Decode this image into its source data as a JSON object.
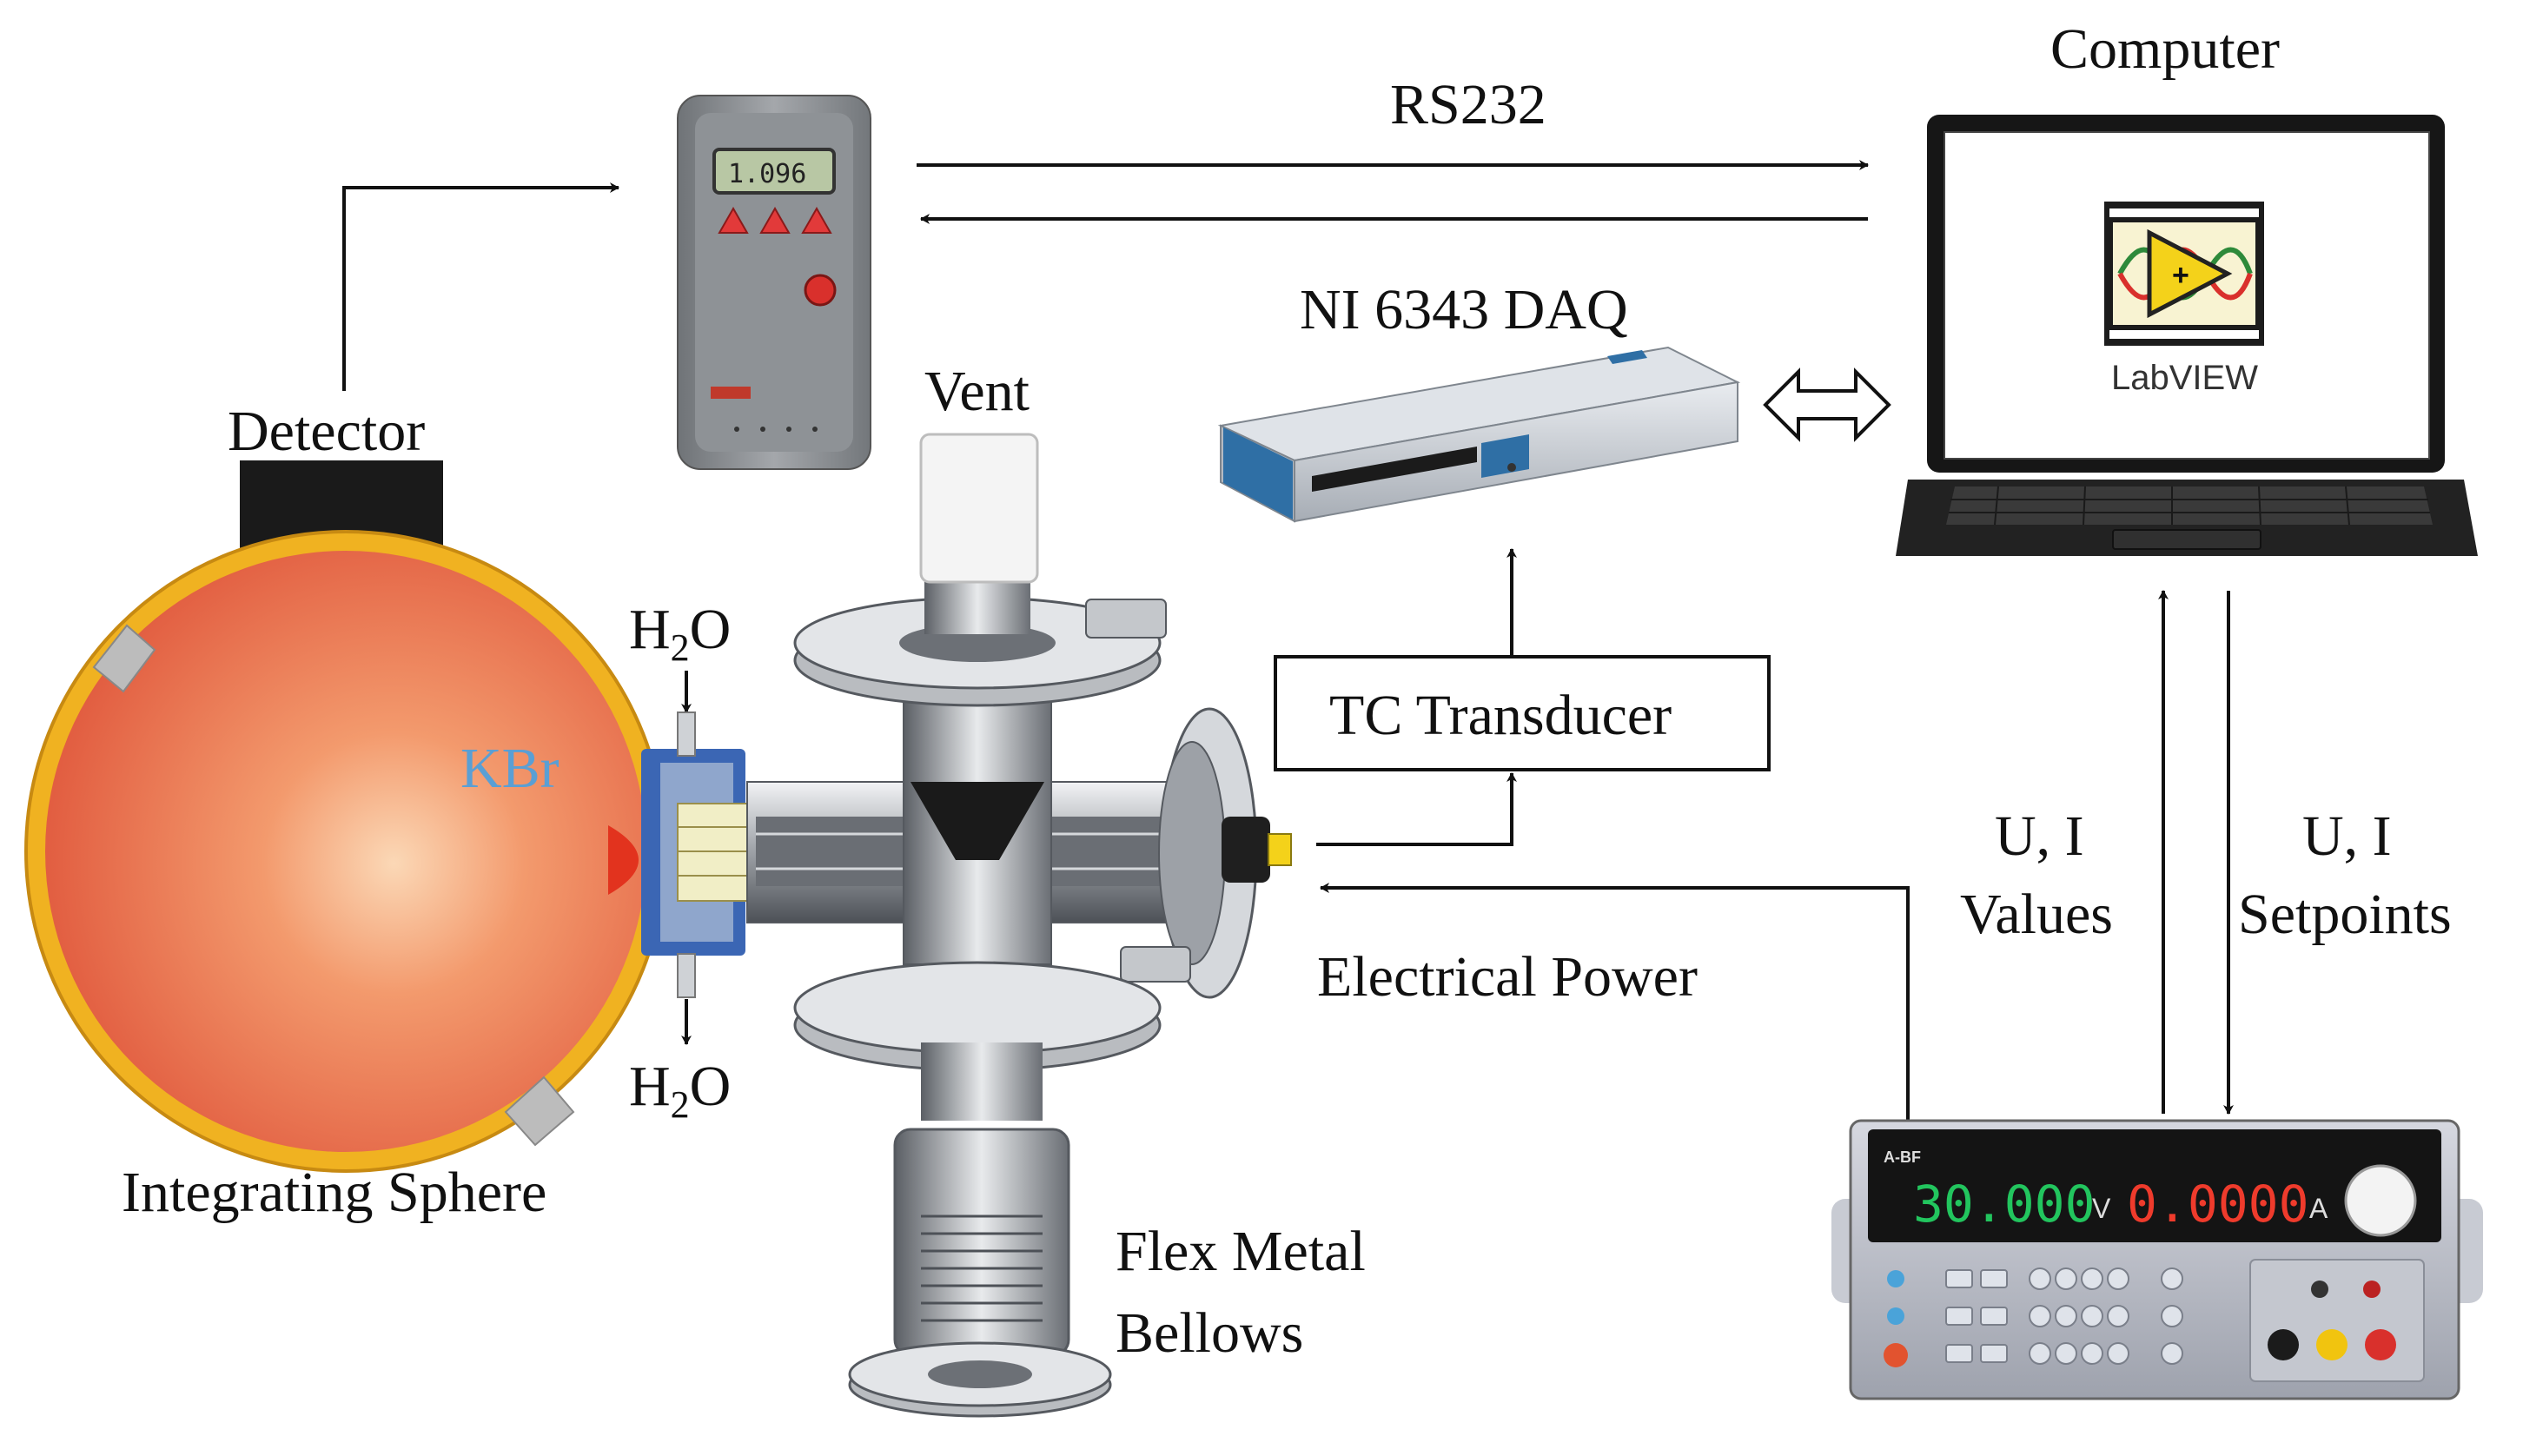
{
  "labels": {
    "computer": "Computer",
    "rs232": "RS232",
    "daq": "NI 6343 DAQ",
    "vent": "Vent",
    "detector": "Detector",
    "h2o_top": "H",
    "h2o_bottom": "H",
    "h2o_sub": "2",
    "h2o_tail": "O",
    "kbr": "KBr",
    "tc_transducer": "TC Transducer",
    "electrical_power": "Electrical  Power",
    "ui_values_1": "U, I",
    "ui_values_2": "Values",
    "ui_setpoints_1": "U, I",
    "ui_setpoints_2": "Setpoints",
    "integrating_sphere": "Integrating  Sphere",
    "flex_metal_1": "Flex  Metal",
    "flex_metal_2": "Bellows"
  },
  "devices": {
    "power_meter_reading": "1.096",
    "labview_caption": "LabVIEW",
    "psu_voltage": "30.000",
    "psu_voltage_unit": "V",
    "psu_current": "0.0000",
    "psu_current_unit": "A"
  },
  "colors": {
    "sphere": "#e8724f",
    "sphere_shell": "#f2b21f",
    "kbr": "#5a9fd4",
    "psu_voltage": "#22c55e",
    "psu_current": "#ef3b2c",
    "lcd": "#b8c7a4",
    "daq_body": "#c7ccd3"
  }
}
